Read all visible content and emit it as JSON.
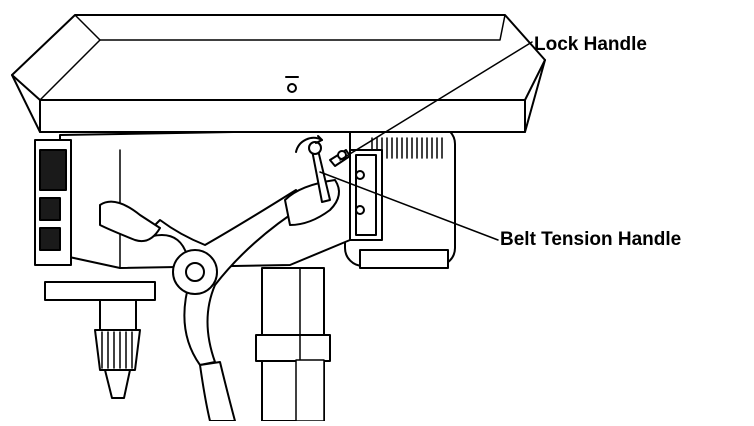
{
  "diagram": {
    "callouts": [
      {
        "id": "lock-handle",
        "label": "Lock Handle"
      },
      {
        "id": "belt-tension-handle",
        "label": "Belt Tension Handle"
      }
    ],
    "colors": {
      "line": "#000000",
      "fill": "#ffffff",
      "dark": "#1a1a1a"
    }
  }
}
